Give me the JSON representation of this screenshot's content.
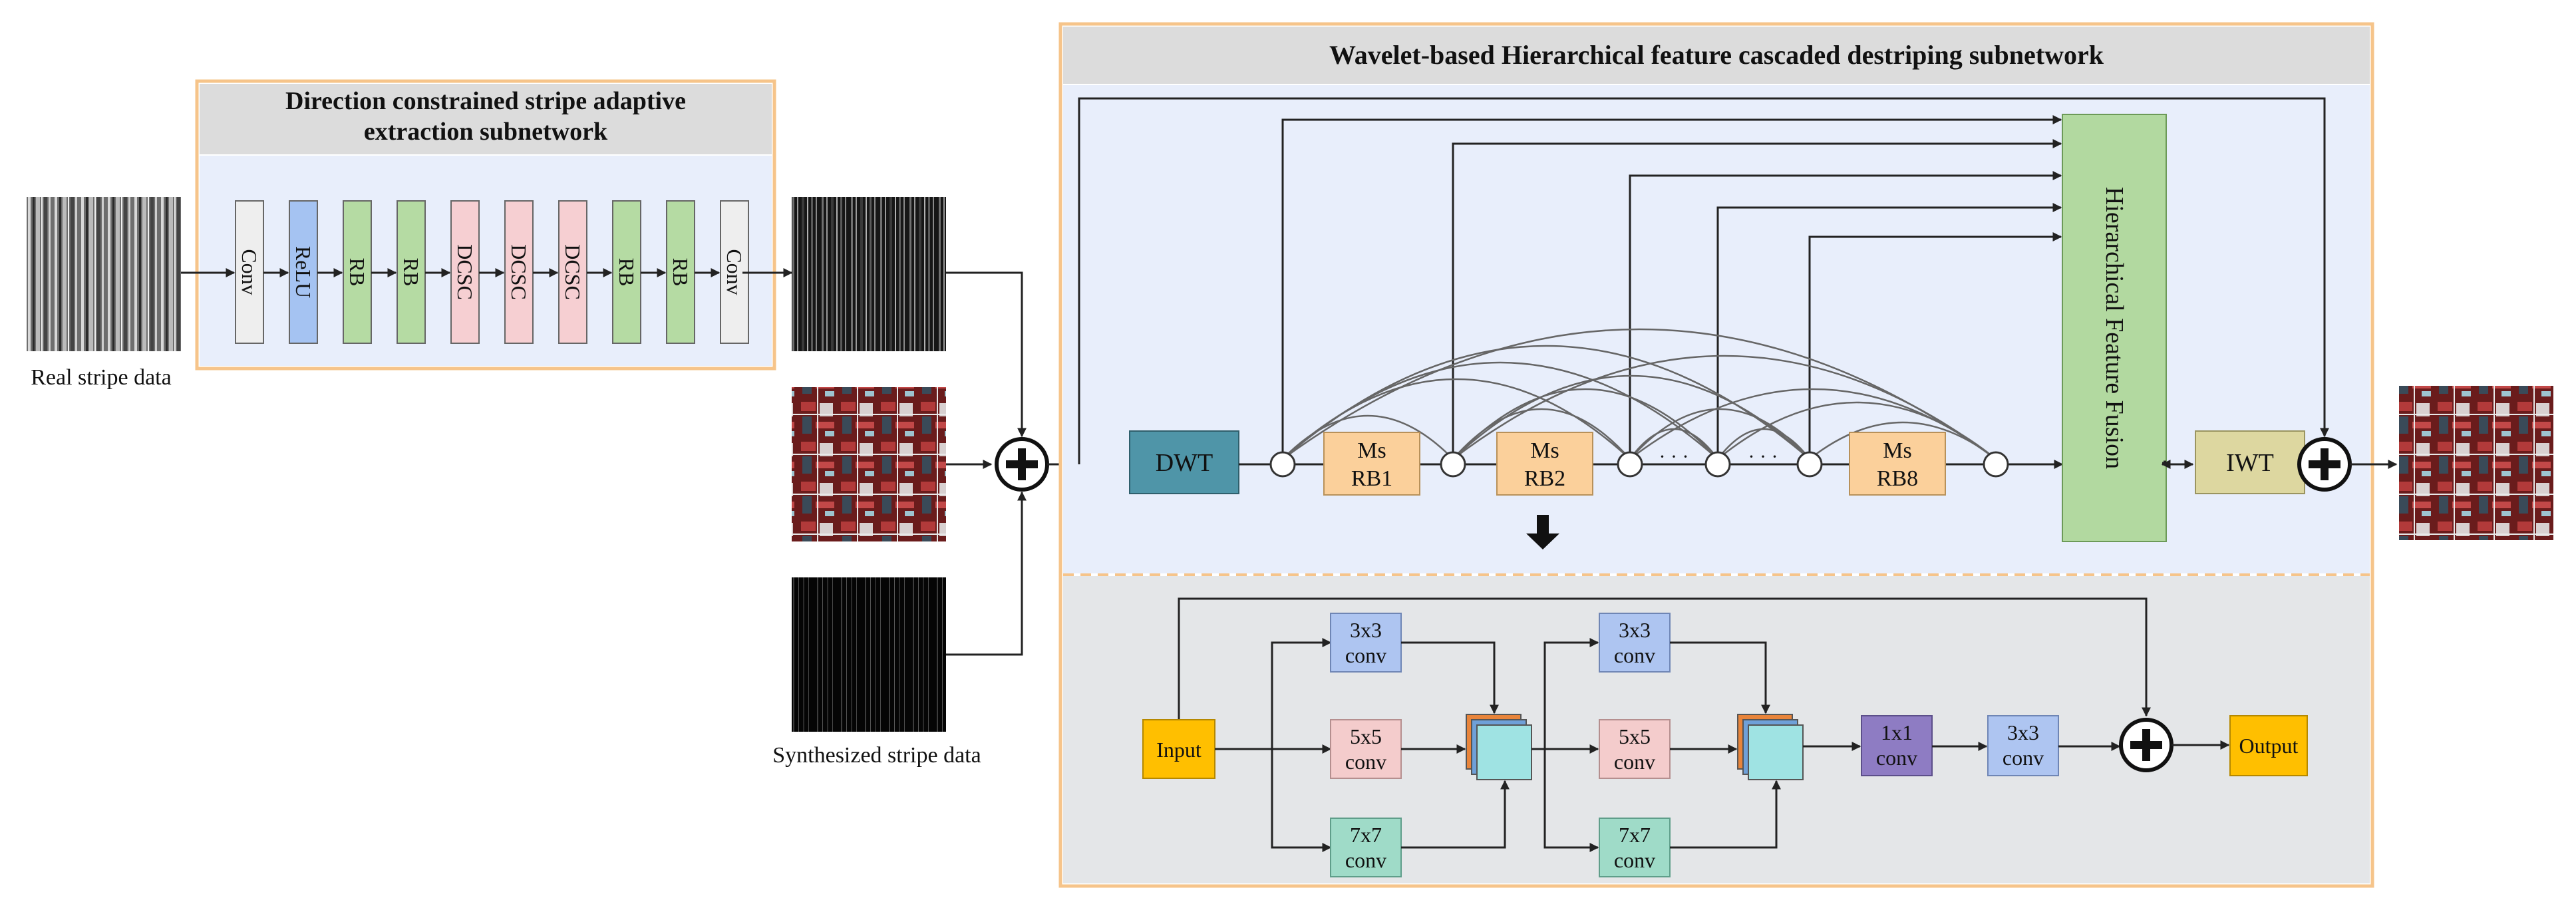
{
  "colors": {
    "panel_border": "#f6c48a",
    "header_fill": "#dcdcdc",
    "body_fill": "#e8eefb",
    "lower_fill": "#e4e6e8",
    "conv": "#eeeeee",
    "relu": "#a5c3f2",
    "rb": "#b5dba3",
    "dcsc": "#f6cfd2",
    "dwt": "#4f95a8",
    "msrb": "#fbd09b",
    "hff": "#b2d9a0",
    "iwt": "#ddd7a0",
    "input": "#ffbf00",
    "conv3": "#aec5f1",
    "conv5": "#f4cccc",
    "conv7": "#9fdbc8",
    "conv1": "#8e7cc3"
  },
  "left_panel": {
    "title_line1": "Direction constrained stripe adaptive",
    "title_line2": "extraction subnetwork",
    "blocks": [
      "Conv",
      "ReLU",
      "RB",
      "RB",
      "DCSC",
      "DCSC",
      "DCSC",
      "RB",
      "RB",
      "Conv"
    ]
  },
  "captions": {
    "real": "Real stripe data",
    "synth": "Synthesized stripe data"
  },
  "right_panel": {
    "title": "Wavelet-based Hierarchical feature cascaded destriping subnetwork",
    "dwt": "DWT",
    "iwt": "IWT",
    "hff": "Hierarchical Feature Fusion",
    "ms_top": "Ms",
    "rb1": "RB1",
    "rb2": "RB2",
    "rb8": "RB8",
    "dots": "· · ·"
  },
  "msrb_detail": {
    "input": "Input",
    "output": "Output",
    "k3": "3x3",
    "k5": "5x5",
    "k7": "7x7",
    "k1": "1x1",
    "conv": "conv"
  },
  "icons": {
    "sum": "plus-circle-icon",
    "down_arrow": "down-arrow-icon"
  }
}
